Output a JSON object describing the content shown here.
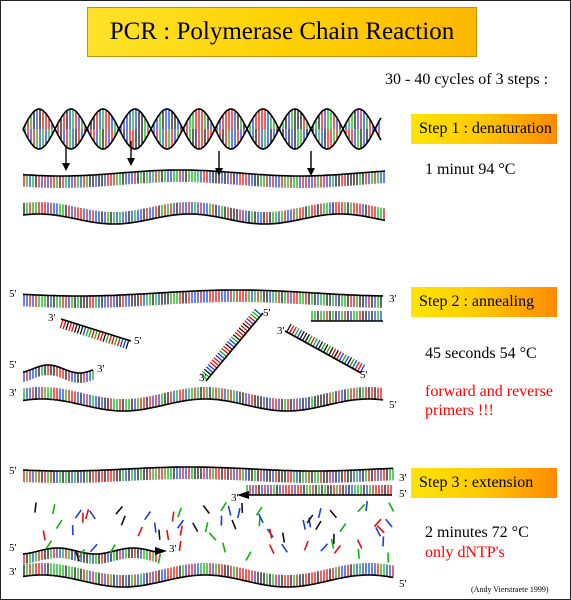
{
  "title": "PCR : Polymerase Chain Reaction",
  "cycles": "30 - 40 cycles of 3 steps :",
  "steps": [
    {
      "label": "Step 1 : denaturation",
      "condition": "1 minut 94 °C",
      "note": ""
    },
    {
      "label": "Step 2 : annealing",
      "condition": "45 seconds 54 °C",
      "note": "forward and reverse primers !!!"
    },
    {
      "label": "Step 3 : extension",
      "condition": "2 minutes 72 °C",
      "note": "only dNTP's"
    }
  ],
  "strand_labels": {
    "five": "5'",
    "three": "3'"
  },
  "credit": "(Andy Vierstraete 1999)",
  "colors": {
    "title_bg": "#ffd400",
    "step_bg_start": "#ffe400",
    "step_bg_end": "#ff8a00",
    "note_text": "#ff0000",
    "base_a": "#e01010",
    "base_t": "#1a3ee0",
    "base_g": "#10b010",
    "base_c": "#111111"
  }
}
